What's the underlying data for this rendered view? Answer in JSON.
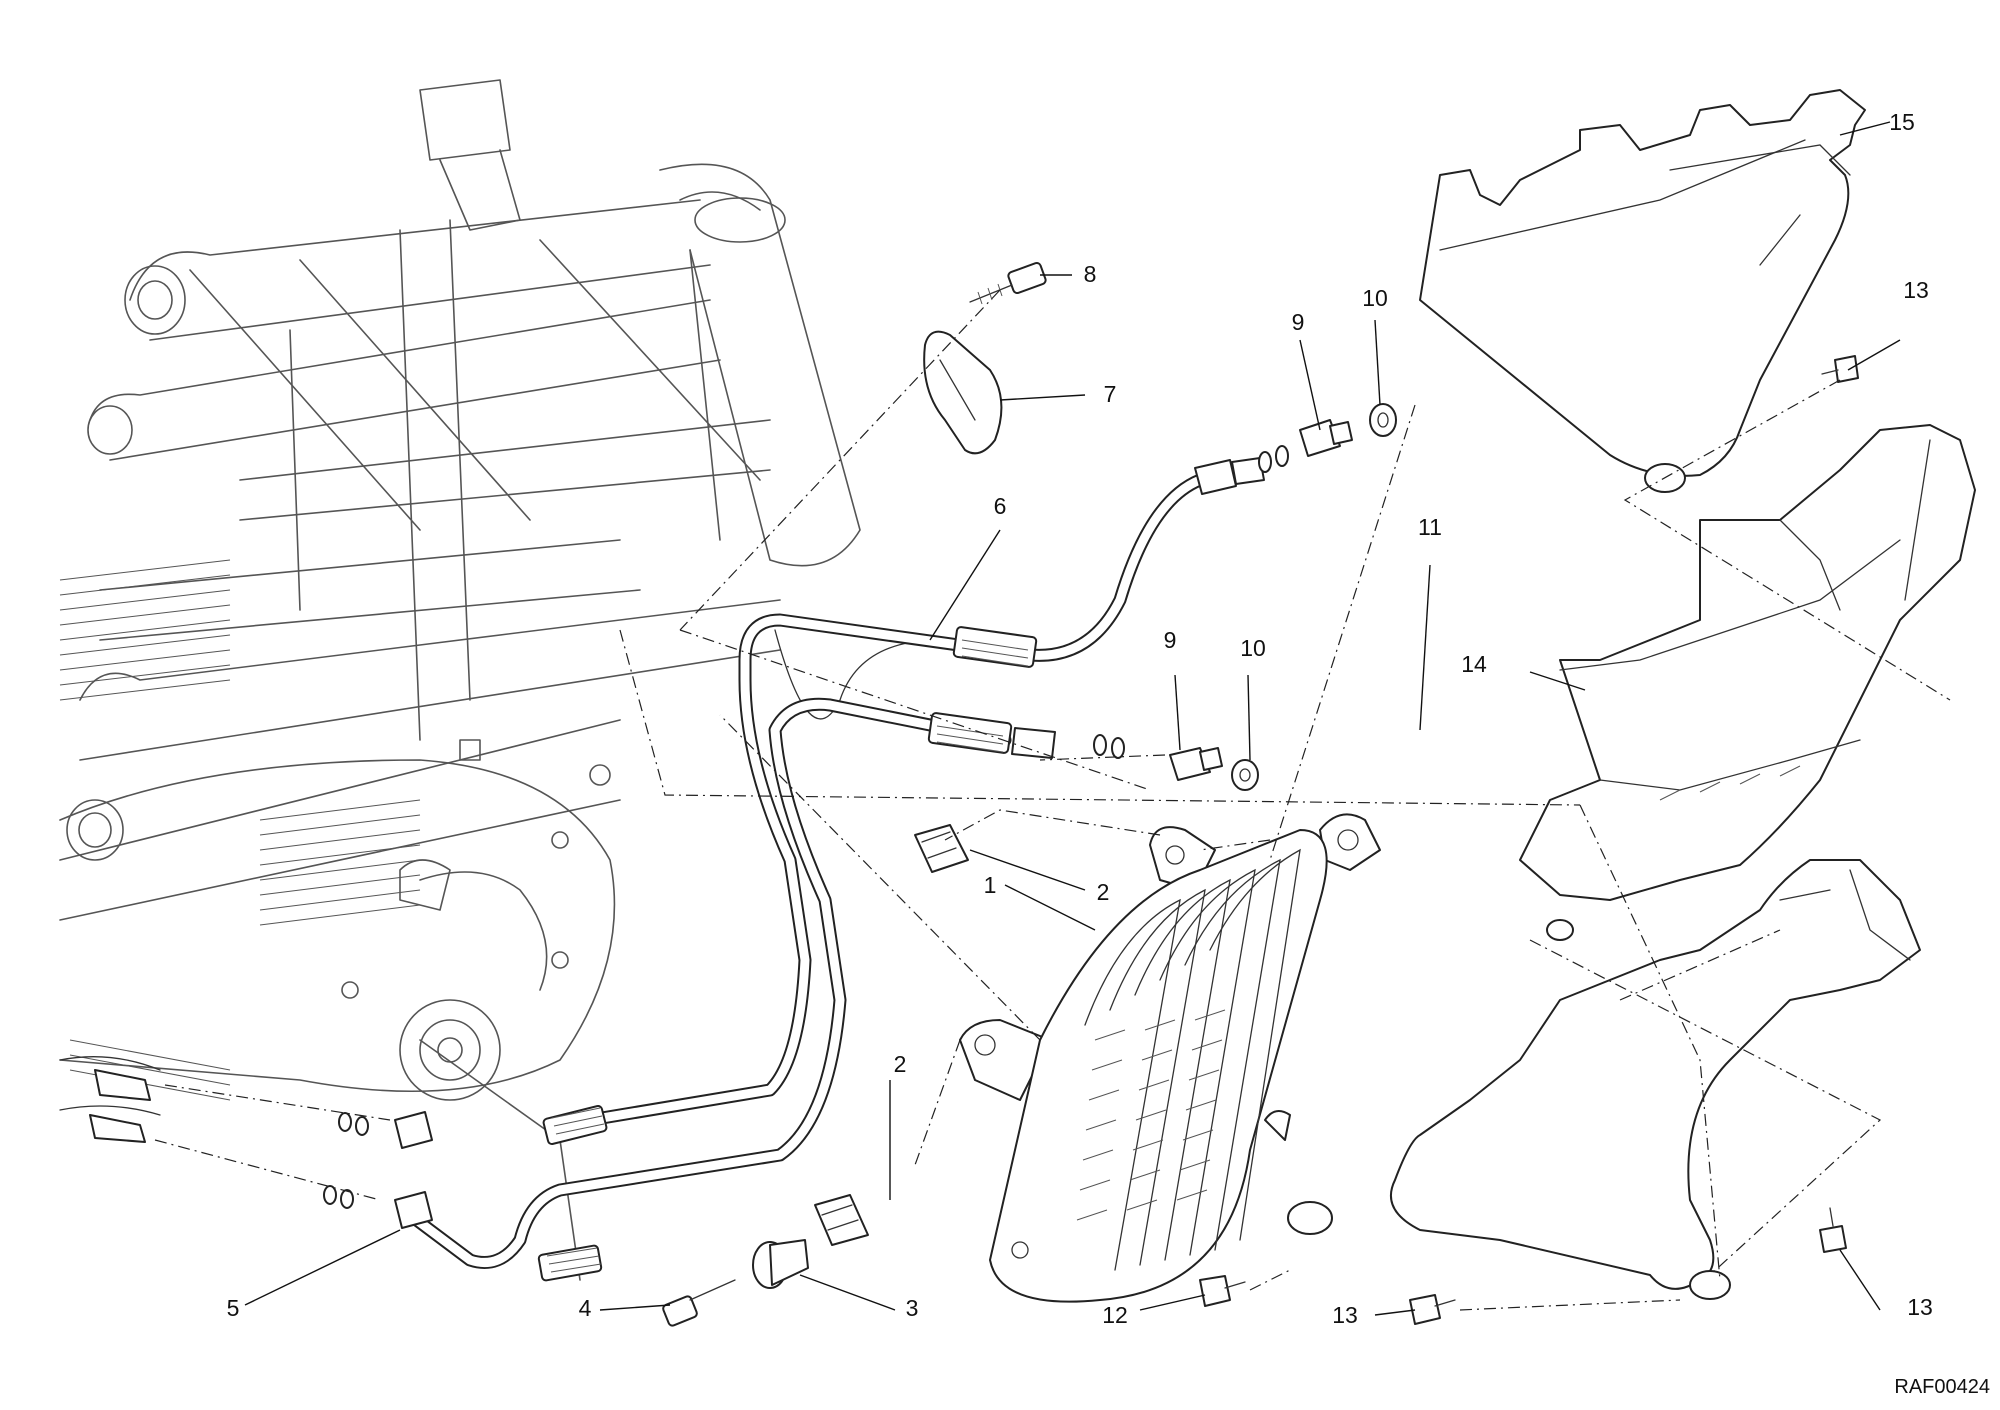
{
  "diagram": {
    "drawing_code": "RAF00424",
    "callouts": {
      "c1": "1",
      "c2a": "2",
      "c2b": "2",
      "c3": "3",
      "c4": "4",
      "c5": "5",
      "c6": "6",
      "c7": "7",
      "c8": "8",
      "c9a": "9",
      "c9b": "9",
      "c10a": "10",
      "c10b": "10",
      "c11": "11",
      "c12": "12",
      "c13a": "13",
      "c13b": "13",
      "c13c": "13",
      "c14": "14",
      "c15": "15"
    }
  }
}
